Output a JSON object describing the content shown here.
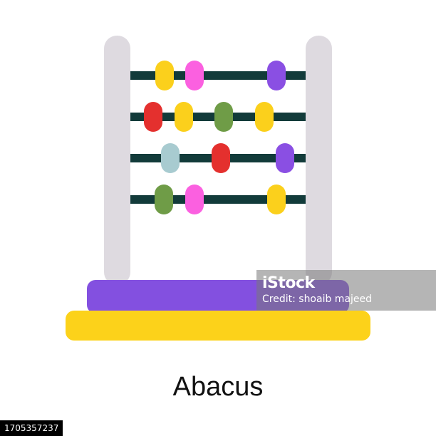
{
  "caption": "Abacus",
  "watermark": {
    "brand": "iStock",
    "credit": "Credit: shoaib majeed"
  },
  "stock_id": "1705357237",
  "icon": {
    "name": "abacus-icon",
    "colors": {
      "post": "#dedae0",
      "rod": "#123b3a",
      "base_top": "#8350e0",
      "base_bottom": "#fcd21a",
      "yellow": "#fbd01c",
      "pink": "#fb60e0",
      "purple": "#8a4fe3",
      "red": "#e4302e",
      "green": "#6f9c47",
      "light_blue": "#a8cbd0"
    },
    "rows": [
      [
        "yellow",
        "pink",
        "purple"
      ],
      [
        "red",
        "yellow",
        "green",
        "yellow"
      ],
      [
        "light_blue",
        "red",
        "purple"
      ],
      [
        "green",
        "pink",
        "yellow"
      ]
    ]
  }
}
